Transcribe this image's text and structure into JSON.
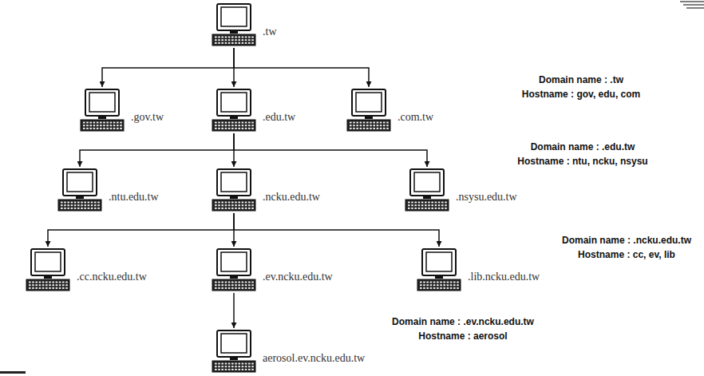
{
  "diagram": {
    "nodes": [
      {
        "text": [
          ".tw"
        ]
      },
      {
        "text": [
          ".gov.tw"
        ]
      },
      {
        "text": [
          ".edu.tw"
        ]
      },
      {
        "text": [
          ".com.tw"
        ]
      },
      {
        "text": [
          ".ntu.edu.tw"
        ]
      },
      {
        "text": [
          ".ncku.edu.tw"
        ]
      },
      {
        "text": [
          ".nsysu.edu.tw"
        ]
      },
      {
        "text": [
          ".cc.ncku.edu.tw"
        ]
      },
      {
        "text": [
          ".ev.ncku.edu.tw"
        ]
      },
      {
        "text": [
          ".lib.ncku.edu.tw"
        ]
      },
      {
        "text": [
          "aerosol.ev.ncku.edu.tw"
        ]
      }
    ],
    "edges": [
      {
        "from": 0,
        "to": 1,
        "arrow": "to"
      },
      {
        "from": 0,
        "to": 2,
        "arrow": "to"
      },
      {
        "from": 0,
        "to": 3,
        "arrow": "to"
      },
      {
        "from": 2,
        "to": 4,
        "arrow": "to"
      },
      {
        "from": 2,
        "to": 5,
        "arrow": "to"
      },
      {
        "from": 2,
        "to": 6,
        "arrow": "to"
      },
      {
        "from": 5,
        "to": 7,
        "arrow": "to"
      },
      {
        "from": 5,
        "to": 8,
        "arrow": "to"
      },
      {
        "from": 5,
        "to": 9,
        "arrow": "to"
      },
      {
        "from": 8,
        "to": 10,
        "arrow": "to"
      }
    ],
    "labels": [
      "Domain name : .tw",
      "Hostname : gov, edu, com",
      "Domain name : .edu.tw",
      "Hostname : ntu, ncku, nsysu",
      "Domain name : .ncku.edu.tw",
      "Hostname : cc, ev, lib",
      "Domain name : .ev.ncku.edu.tw",
      "Hostname : aerosol"
    ]
  }
}
